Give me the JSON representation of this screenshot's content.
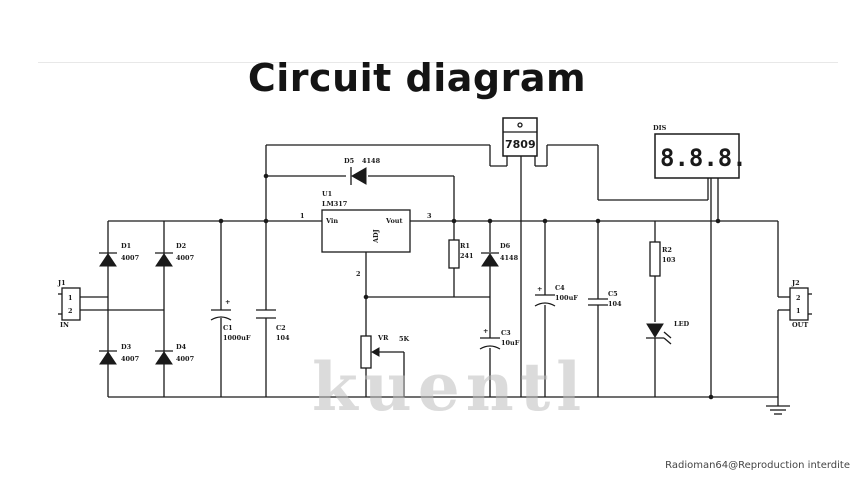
{
  "title": "Circuit diagram",
  "credit": "Radioman64@Reproduction interdite",
  "watermark": "kuentl",
  "components": {
    "d1": {
      "ref": "D1",
      "value": "4007"
    },
    "d2": {
      "ref": "D2",
      "value": "4007"
    },
    "d3": {
      "ref": "D3",
      "value": "4007"
    },
    "d4": {
      "ref": "D4",
      "value": "4007"
    },
    "d5": {
      "ref": "D5",
      "value": "4148"
    },
    "d6": {
      "ref": "D6",
      "value": "4148"
    },
    "c1": {
      "ref": "C1",
      "value": "1000uF"
    },
    "c2": {
      "ref": "C2",
      "value": "104"
    },
    "c3": {
      "ref": "C3",
      "value": "10uF"
    },
    "c4": {
      "ref": "C4",
      "value": "100uF"
    },
    "c5": {
      "ref": "C5",
      "value": "104"
    },
    "r1": {
      "ref": "R1",
      "value": "241"
    },
    "r2": {
      "ref": "R2",
      "value": "103"
    },
    "vr": {
      "ref": "VR",
      "value": "5K"
    },
    "led": {
      "ref": "LED"
    },
    "u1": {
      "ref": "U1",
      "part": "LM317",
      "pin_in": "Vin",
      "pin_out": "Vout",
      "pin_adj": "ADJ",
      "pin1": "1",
      "pin2": "2",
      "pin3": "3"
    },
    "reg": {
      "part": "7809"
    },
    "display": {
      "ref": "DIS",
      "digits": "8.8.8."
    },
    "j1": {
      "ref": "J1",
      "pin1": "1",
      "pin2": "2",
      "label": "IN"
    },
    "j2": {
      "ref": "J2",
      "pin1": "2",
      "pin2": "1",
      "label": "OUT"
    }
  }
}
